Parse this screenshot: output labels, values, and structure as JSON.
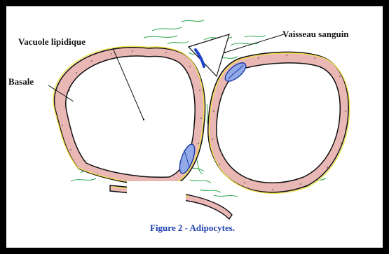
{
  "labels": {
    "vacuole": "Vacuole lipidique",
    "vaisseau": "Vaisseau sanguin",
    "basale": "Basale"
  },
  "caption": "Figure 2 -  Adipocytes.",
  "colors": {
    "frame": "#000000",
    "cytoplasm": "#e9b7b4",
    "basal_lamina": "#f2e34a",
    "nucleus_fill": "#93a9e8",
    "nucleus_outline": "#1a3ca8",
    "collagen_fibers": "#2aa84a",
    "endothelium": "#1c44c9",
    "caption_text": "#1f3fb0"
  }
}
